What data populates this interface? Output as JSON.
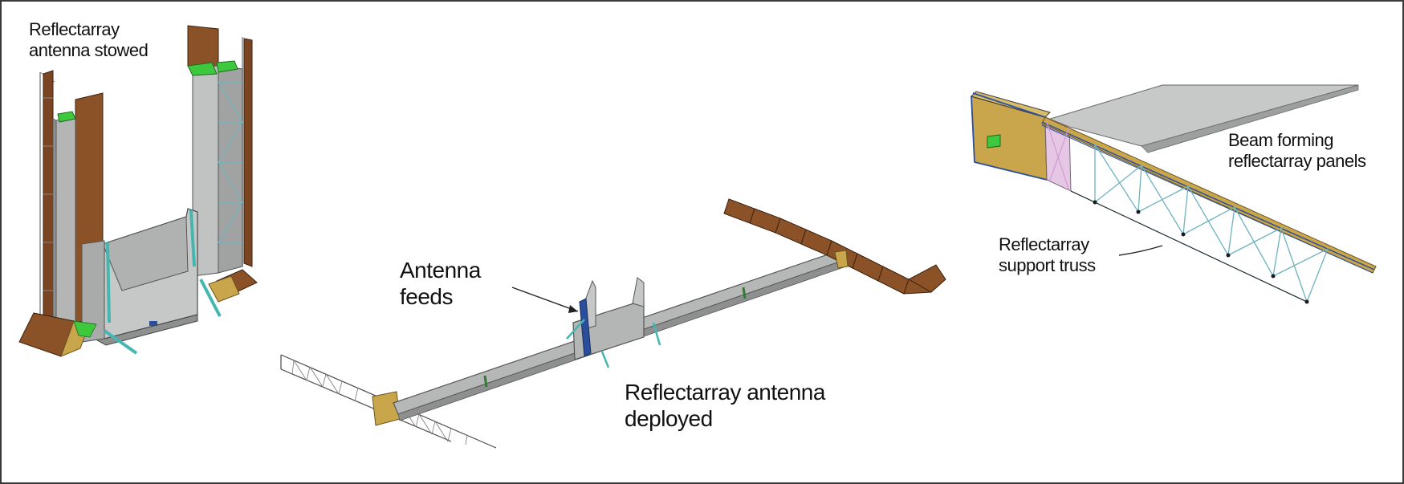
{
  "labels": {
    "stowed": [
      "Reflectarray",
      "antenna stowed"
    ],
    "feeds": [
      "Antenna",
      "feeds"
    ],
    "deployed": [
      "Reflectarray antenna",
      "deployed"
    ],
    "beam": [
      "Beam forming",
      "reflectarray panels"
    ],
    "truss": [
      "Reflectarray",
      "support truss"
    ]
  },
  "colors": {
    "panel_brown": "#8a5226",
    "boom_gray": "#a8aaaa",
    "fitting_green": "#3ec83e",
    "strut_cyan": "#45b7b0",
    "gold": "#c9a64b",
    "feed_blue": "#2b4e9c",
    "truss_teal": "#6fb3c0"
  }
}
